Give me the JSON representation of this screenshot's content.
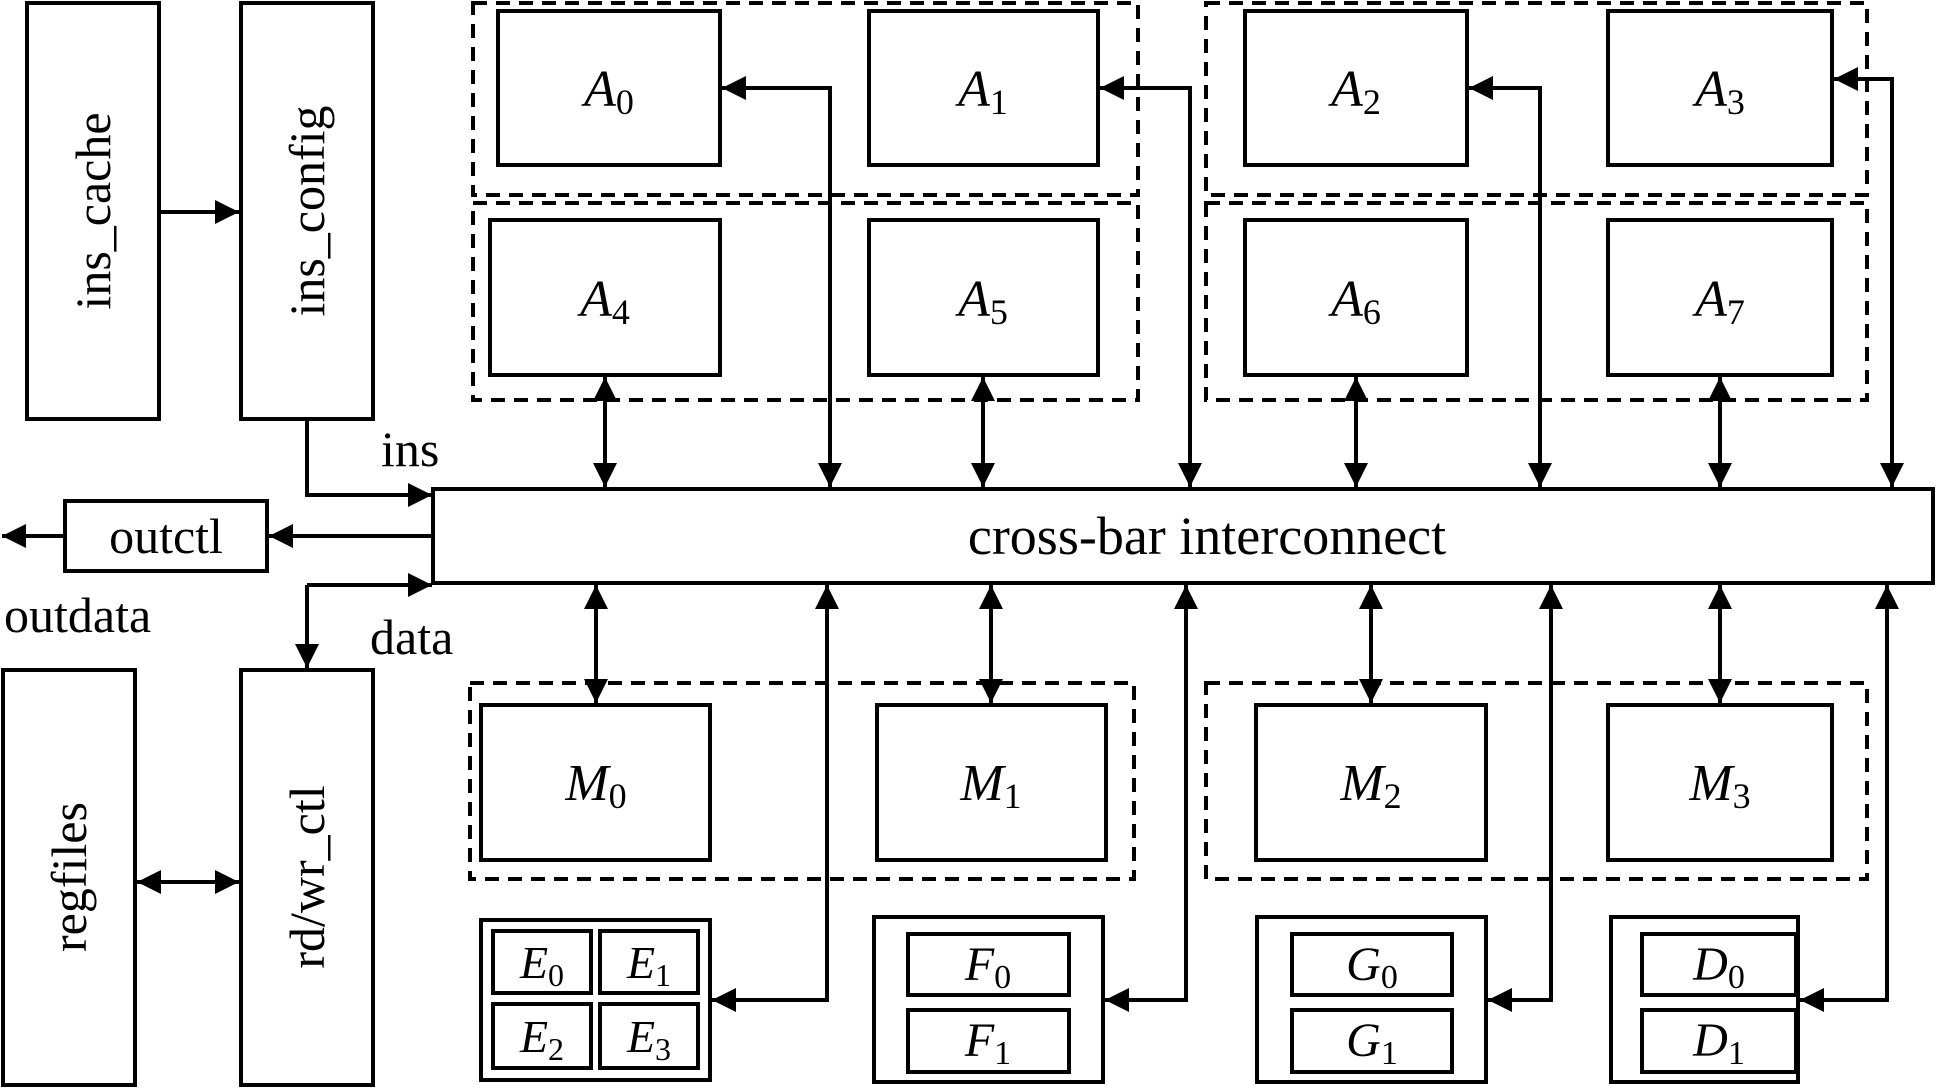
{
  "left_blocks": {
    "ins_cache": "ins_cache",
    "ins_config": "ins_config",
    "regfiles": "regfiles",
    "rdwr_ctl": "rd/wr_ctl",
    "outctl": "outctl"
  },
  "signals": {
    "ins": "ins",
    "outdata": "outdata",
    "data": "data"
  },
  "crossbar": "cross-bar interconnect",
  "a_units": [
    {
      "letter": "A",
      "sub": "0"
    },
    {
      "letter": "A",
      "sub": "1"
    },
    {
      "letter": "A",
      "sub": "2"
    },
    {
      "letter": "A",
      "sub": "3"
    },
    {
      "letter": "A",
      "sub": "4"
    },
    {
      "letter": "A",
      "sub": "5"
    },
    {
      "letter": "A",
      "sub": "6"
    },
    {
      "letter": "A",
      "sub": "7"
    }
  ],
  "m_units": [
    {
      "letter": "M",
      "sub": "0"
    },
    {
      "letter": "M",
      "sub": "1"
    },
    {
      "letter": "M",
      "sub": "2"
    },
    {
      "letter": "M",
      "sub": "3"
    }
  ],
  "e_units": [
    {
      "letter": "E",
      "sub": "0"
    },
    {
      "letter": "E",
      "sub": "1"
    },
    {
      "letter": "E",
      "sub": "2"
    },
    {
      "letter": "E",
      "sub": "3"
    }
  ],
  "f_units": [
    {
      "letter": "F",
      "sub": "0"
    },
    {
      "letter": "F",
      "sub": "1"
    }
  ],
  "g_units": [
    {
      "letter": "G",
      "sub": "0"
    },
    {
      "letter": "G",
      "sub": "1"
    }
  ],
  "d_units": [
    {
      "letter": "D",
      "sub": "0"
    },
    {
      "letter": "D",
      "sub": "1"
    }
  ]
}
